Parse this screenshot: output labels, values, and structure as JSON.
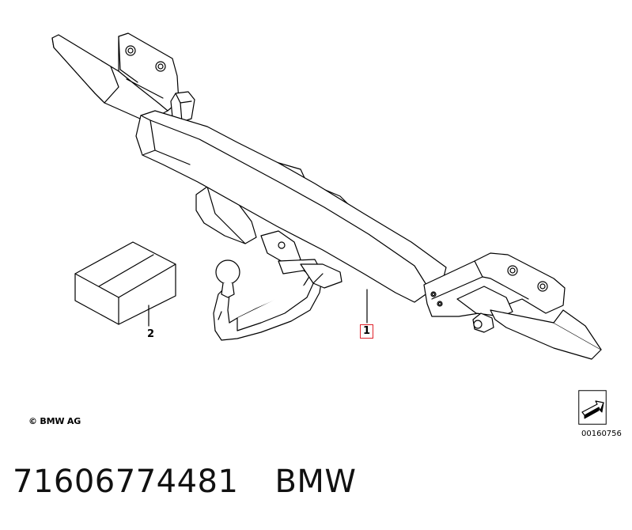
{
  "diagram": {
    "callouts": {
      "item1": "1",
      "item2": "2"
    },
    "copyright": "© BMW AG",
    "image_id": "00160756",
    "icons": {
      "nav": "next-page-arrow-icon"
    }
  },
  "footer": {
    "part_number": "71606774481",
    "brand": "BMW"
  }
}
